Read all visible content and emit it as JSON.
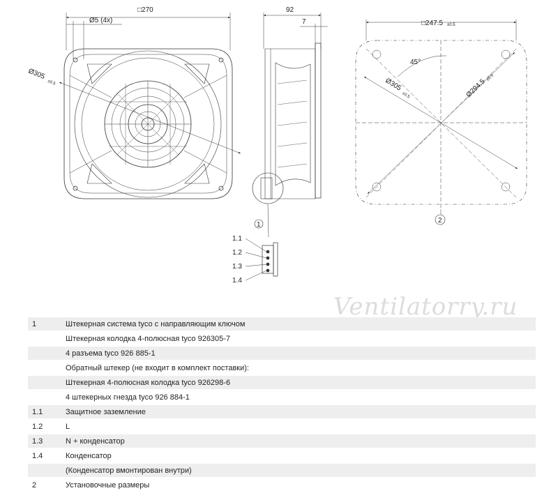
{
  "dimensions": {
    "width_270": "□270",
    "holes": "Ø5 (4x)",
    "diameter_305": "Ø305",
    "tol": "±0.5",
    "depth_92": "92",
    "flange_7": "7",
    "square_247": "□247.5",
    "angle_45": "45°",
    "diag_305": "Ø305",
    "diag_294": "Ø294.5"
  },
  "callouts": {
    "connector": "1",
    "mounting": "2",
    "pins": [
      "1.1",
      "1.2",
      "1.3",
      "1.4"
    ]
  },
  "watermark": "Ventilatorry.ru",
  "legend": [
    {
      "code": "1",
      "text": "Штекерная система tyco с направляющим ключом"
    },
    {
      "code": "",
      "text": "Штекерная колодка 4-полюсная tyco 926305-7"
    },
    {
      "code": "",
      "text": "4 разъема tyco 926 885-1"
    },
    {
      "code": "",
      "text": "Обратный штекер (не входит в комплект поставки):"
    },
    {
      "code": "",
      "text": "Штекерная 4-полюсная колодка tyco 926298-6"
    },
    {
      "code": "",
      "text": "4 штекерных гнезда tyco 926 884-1"
    },
    {
      "code": "1.1",
      "text": "Защитное заземление"
    },
    {
      "code": "1.2",
      "text": "L"
    },
    {
      "code": "1.3",
      "text": "N + конденсатор"
    },
    {
      "code": "1.4",
      "text": "Конденсатор"
    },
    {
      "code": "",
      "text": "(Конденсатор вмонтирован внутри)"
    },
    {
      "code": "2",
      "text": "Установочные размеры"
    }
  ]
}
